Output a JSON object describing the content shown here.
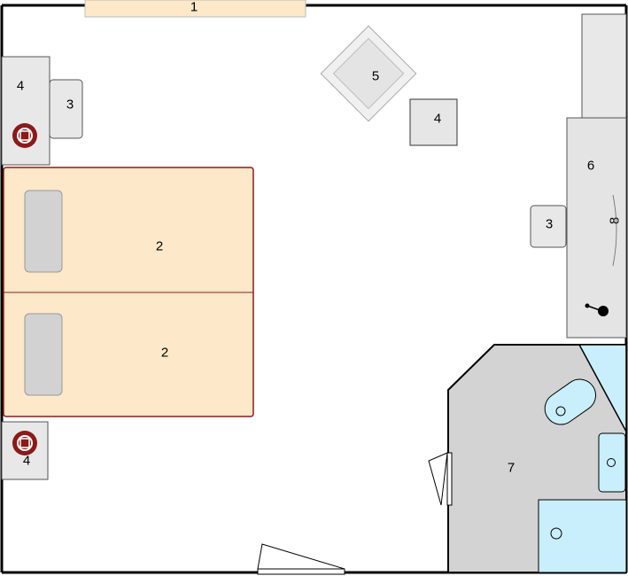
{
  "floorplan": {
    "labels": {
      "window": "1",
      "bed_top": "2",
      "bed_bottom": "2",
      "nightstand_left_top": "4",
      "chair_left": "3",
      "armchair": "5",
      "side_table": "4",
      "desk": "6",
      "desk_item": "8",
      "chair_right": "3",
      "nightstand_left_bottom": "4",
      "bathroom": "7"
    },
    "colors": {
      "wall": "#000000",
      "bed_fill": "#fde9c9",
      "bed_border": "#8b1a1a",
      "pillow": "#d2d2d2",
      "furniture": "#e6e6e6",
      "bathroom_floor": "#d3d3d3",
      "fixture": "#c9eefc",
      "lamp": "#8b1a1a",
      "window_fill": "#fde9c9"
    }
  }
}
